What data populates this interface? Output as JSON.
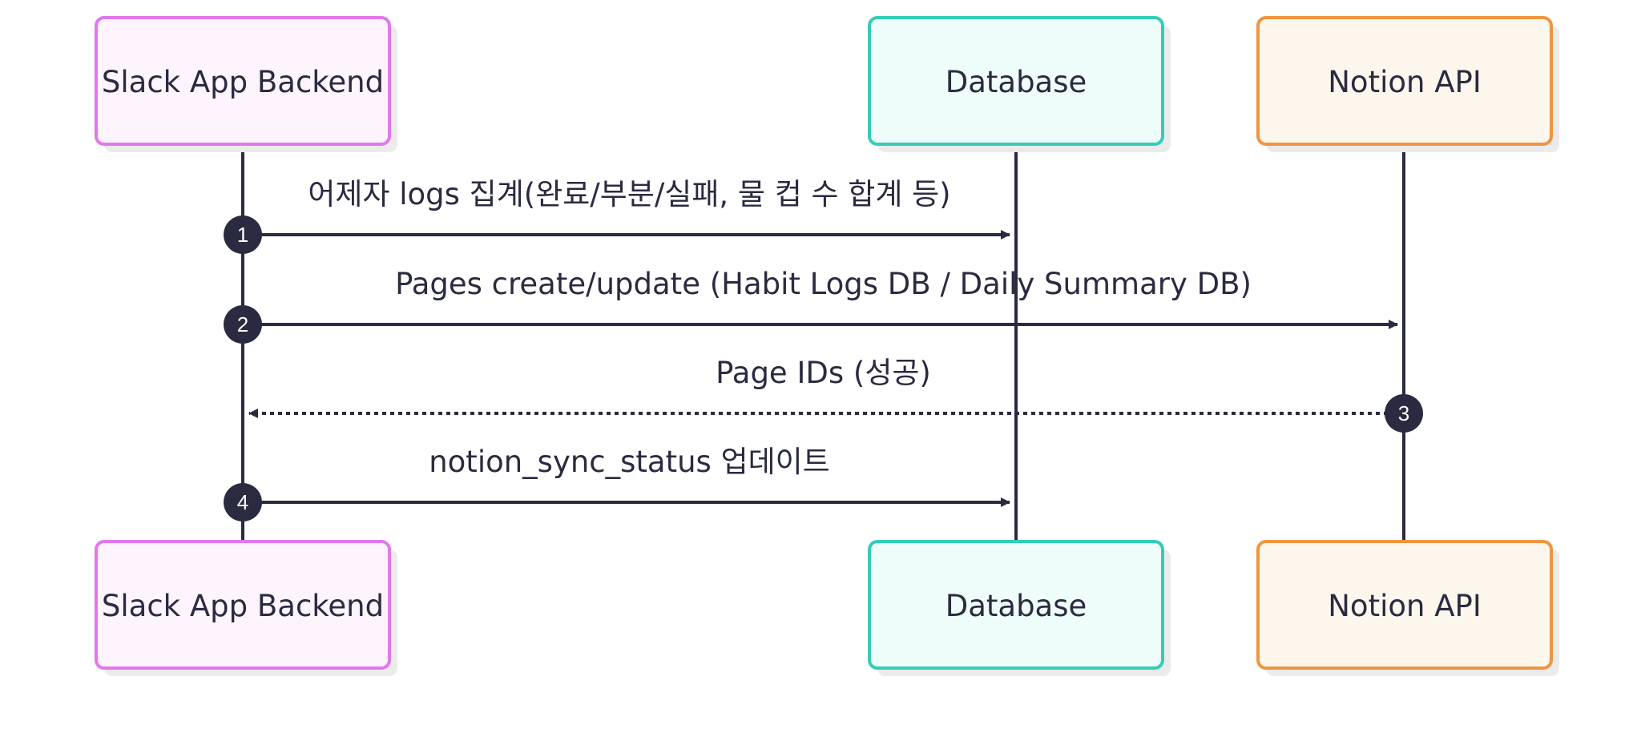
{
  "diagram": {
    "type": "sequence",
    "participants": [
      {
        "id": "backend",
        "label": "Slack App Backend",
        "fill": "#fdf4fd",
        "stroke": "#e277ec"
      },
      {
        "id": "db",
        "label": "Database",
        "fill": "#eefdf9",
        "stroke": "#33cdb7"
      },
      {
        "id": "notion",
        "label": "Notion API",
        "fill": "#fdf6ec",
        "stroke": "#f0953f"
      }
    ],
    "messages": [
      {
        "number": "1",
        "from": "backend",
        "to": "db",
        "style": "solid",
        "label": "어제자 logs 집계(완료/부분/실패, 물 컵 수 합계 등)"
      },
      {
        "number": "2",
        "from": "backend",
        "to": "notion",
        "style": "solid",
        "label": "Pages create/update (Habit Logs DB / Daily Summary DB)"
      },
      {
        "number": "3",
        "from": "notion",
        "to": "backend",
        "style": "dotted",
        "label": "Page IDs (성공)"
      },
      {
        "number": "4",
        "from": "backend",
        "to": "db",
        "style": "solid",
        "label": "notion_sync_status 업데이트"
      }
    ],
    "colors": {
      "line": "#2a2a40",
      "badge": "#2a2a40",
      "badge_text": "#ffffff",
      "shadow": "#ebebeb"
    }
  }
}
